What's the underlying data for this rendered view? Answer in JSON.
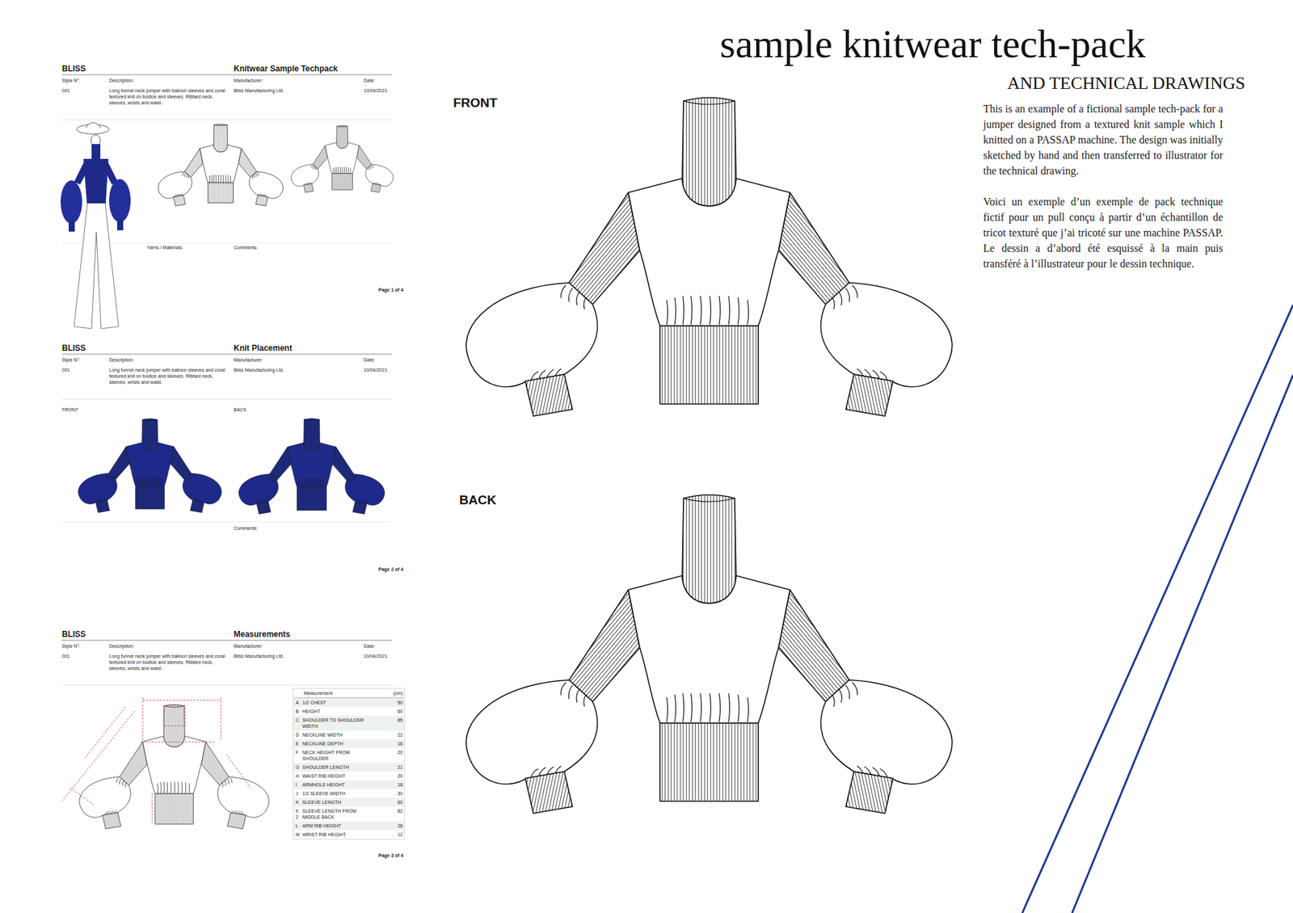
{
  "diagram": {
    "title": "sample knitwear tech-pack",
    "nodes": [
      {
        "text": [
          "Measurement",
          "(cm)"
        ]
      }
    ],
    "labels": [
      "BLISS",
      "Knitwear Sample Techpack",
      "Style N°:",
      "Description:",
      "Manufacturer:",
      "Date:",
      "001",
      "Long funnel neck jumper with balloon sleeves and coral textured knit on bodice and sleeves. Ribbed neck, sleeves, wrists and waist.",
      "Bliss Manufacturing Ltd.",
      "10/04/2021",
      "Yarns / Materials:",
      "Comments:",
      "Page 1 of 4",
      "BLISS",
      "Knit Placement",
      "Style N°:",
      "Description:",
      "Manufacturer:",
      "Date:",
      "001",
      "Long funnel neck jumper with balloon sleeves and coral textured knit on bodice and sleeves. Ribbed neck, sleeves, wrists and waist.",
      "Bliss Manufacturing Ltd.",
      "10/04/2021",
      "FRONT",
      "BACK",
      "Comments:",
      "Page 2 of 4",
      "BLISS",
      "Measurements",
      "Style N°:",
      "Description:",
      "Manufacturer:",
      "Date:",
      "001",
      "Long funnel neck jumper with balloon sleeves and coral textured knit on bodice and sleeves. Ribbed neck, sleeves, wrists and waist.",
      "Bliss Manufacturing Ltd.",
      "10/04/2021",
      "A",
      "1/2 CHEST",
      "50",
      "B",
      "HEIGHT",
      "60",
      "C",
      "SHOULDER TO SHOULDER WIDTH",
      "65",
      "D",
      "NECKLINE WIDTH",
      "22",
      "E",
      "NECKLINE DEPTH",
      "16",
      "F",
      "NECK HEIGHT FROM SHOULDER",
      "20",
      "G",
      "SHOULDER LENGTH",
      "21",
      "H",
      "WAIST RIB HEIGHT",
      "20",
      "I",
      "ARMHOLE HEIGHT",
      "18",
      "J",
      "1/2 SLEEVE WIDTH",
      "30",
      "K",
      "SLEEVE LENGTH",
      "60",
      "K 2",
      "SLEEVE LENGTH FROM MIDDLE BACK",
      "82",
      "L",
      "ARM RIB HEIGHT",
      "26",
      "M",
      "WRIST RIB HEIGHT",
      "12",
      "Page 3 of 4",
      "FRONT",
      "BACK",
      "AND TECHNICAL DRAWINGS",
      "This is an example of a fictional sample tech-pack for a jumper designed from a textured knit sample which I knitted on a PASSAP machine. The design was initially sketched by hand and then transferred to illustrator for the technical drawing.",
      "Voici un exemple d’un exemple de pack technique fictif pour un pull conçu à partir d’un échantillon de tricot texturé que j’ai tricoté sur une machine PASSAP. Le dessin a d’abord été esquissé à la main puis transféré à l’illustrateur pour le dessin technique."
    ]
  }
}
